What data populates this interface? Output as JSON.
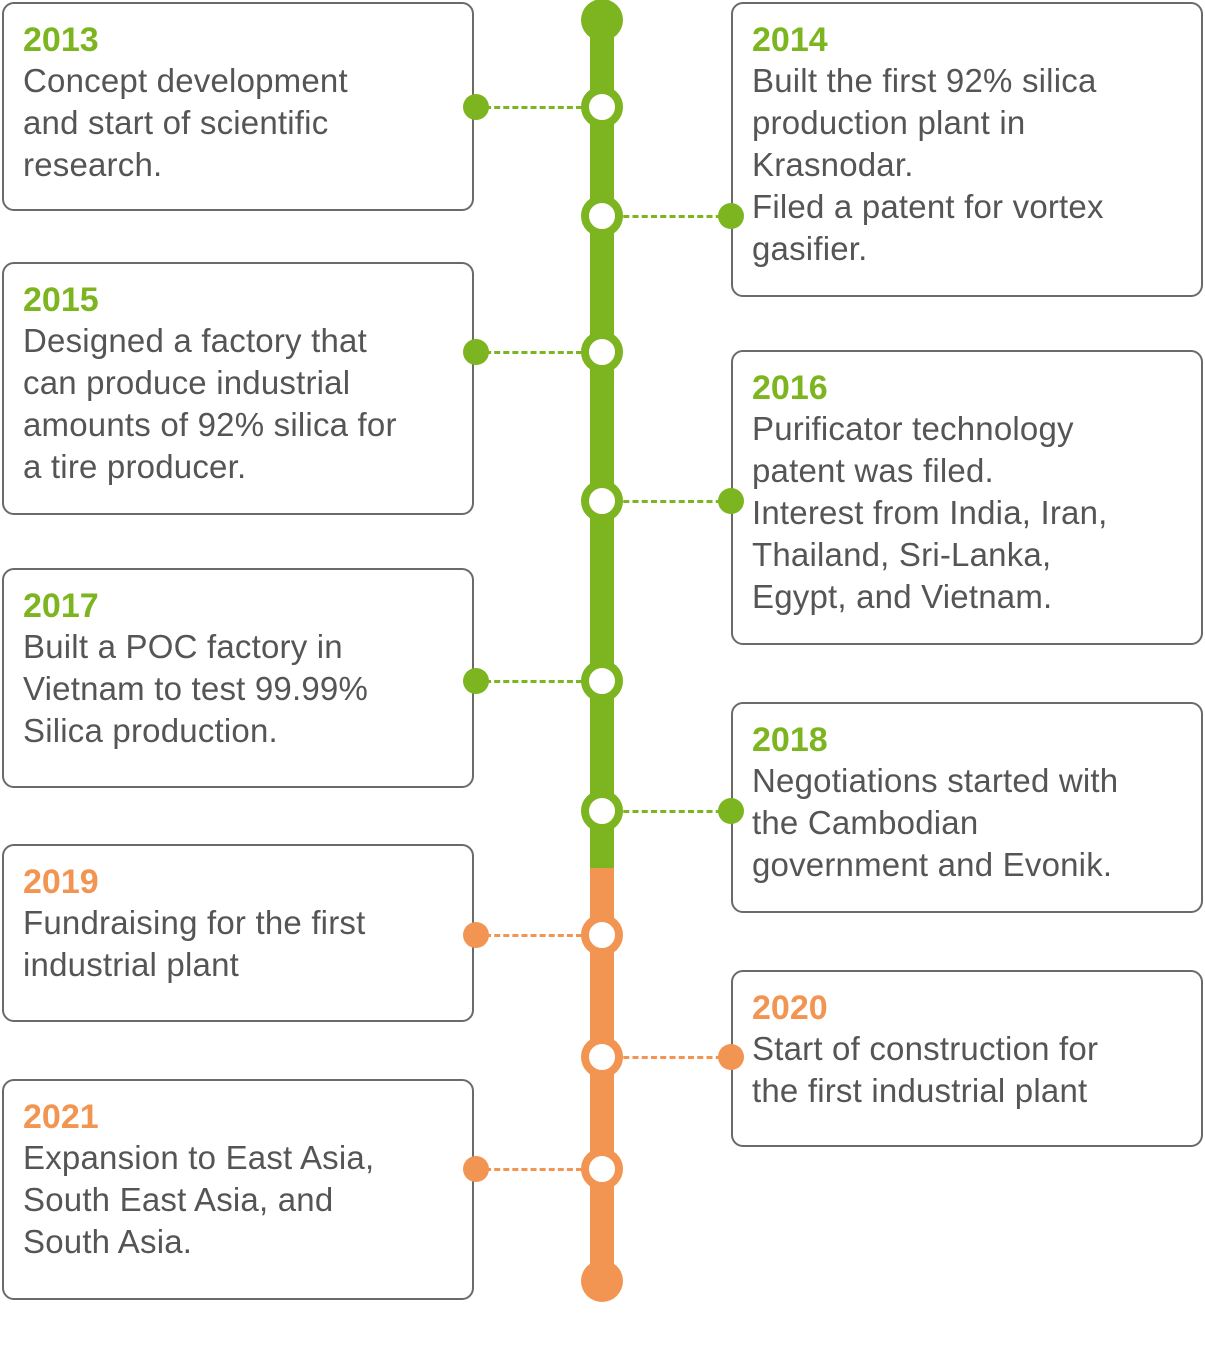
{
  "colors": {
    "green": "#7cb51f",
    "orange": "#f29552",
    "text": "#555555",
    "border": "#6a6a6a"
  },
  "events": [
    {
      "year": "2013",
      "side": "left",
      "color": "green",
      "lines": [
        "Concept development",
        "and start of scientific",
        "research."
      ]
    },
    {
      "year": "2014",
      "side": "right",
      "color": "green",
      "lines": [
        "Built the first 92% silica",
        "production plant in",
        "Krasnodar.",
        "Filed a patent for vortex",
        "gasifier."
      ]
    },
    {
      "year": "2015",
      "side": "left",
      "color": "green",
      "lines": [
        "Designed a factory that",
        "can produce industrial",
        "amounts of 92% silica for",
        "a tire producer."
      ]
    },
    {
      "year": "2016",
      "side": "right",
      "color": "green",
      "lines": [
        "Purificator technology",
        "patent was filed.",
        "Interest from India, Iran,",
        "Thailand, Sri-Lanka,",
        "Egypt, and Vietnam."
      ]
    },
    {
      "year": "2017",
      "side": "left",
      "color": "green",
      "lines": [
        "Built a POC factory in",
        "Vietnam to test 99.99%",
        "Silica production."
      ]
    },
    {
      "year": "2018",
      "side": "right",
      "color": "green",
      "lines": [
        "Negotiations started with",
        "the Cambodian",
        "government and Evonik."
      ]
    },
    {
      "year": "2019",
      "side": "left",
      "color": "orange",
      "lines": [
        "Fundraising for the first",
        "industrial plant"
      ]
    },
    {
      "year": "2020",
      "side": "right",
      "color": "orange",
      "lines": [
        "Start of construction for",
        "the first industrial plant"
      ]
    },
    {
      "year": "2021",
      "side": "left",
      "color": "orange",
      "lines": [
        "Expansion to East Asia,",
        "South East Asia, and",
        "South Asia."
      ]
    }
  ]
}
